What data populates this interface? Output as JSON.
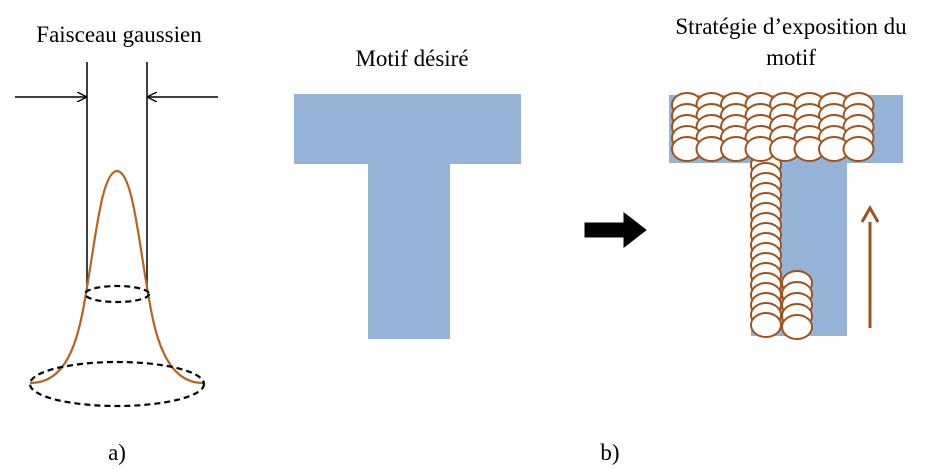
{
  "labels": {
    "gaussian_beam": "Faisceau gaussien",
    "desired_pattern": "Motif désiré",
    "exposure_strategy_line1": "Stratégie d’exposition du",
    "exposure_strategy_line2": "motif",
    "panel_a": "a)",
    "panel_b": "b)"
  },
  "colors": {
    "pattern_fill": "#95b3d7",
    "gaussian_curve": "#b5651d",
    "spot_stroke": "#a0521c",
    "direction_arrow": "#a0521c",
    "black": "#000000"
  },
  "icons": {
    "transition_arrow": "right-arrow-icon",
    "scan_direction_arrow": "up-arrow-icon"
  }
}
